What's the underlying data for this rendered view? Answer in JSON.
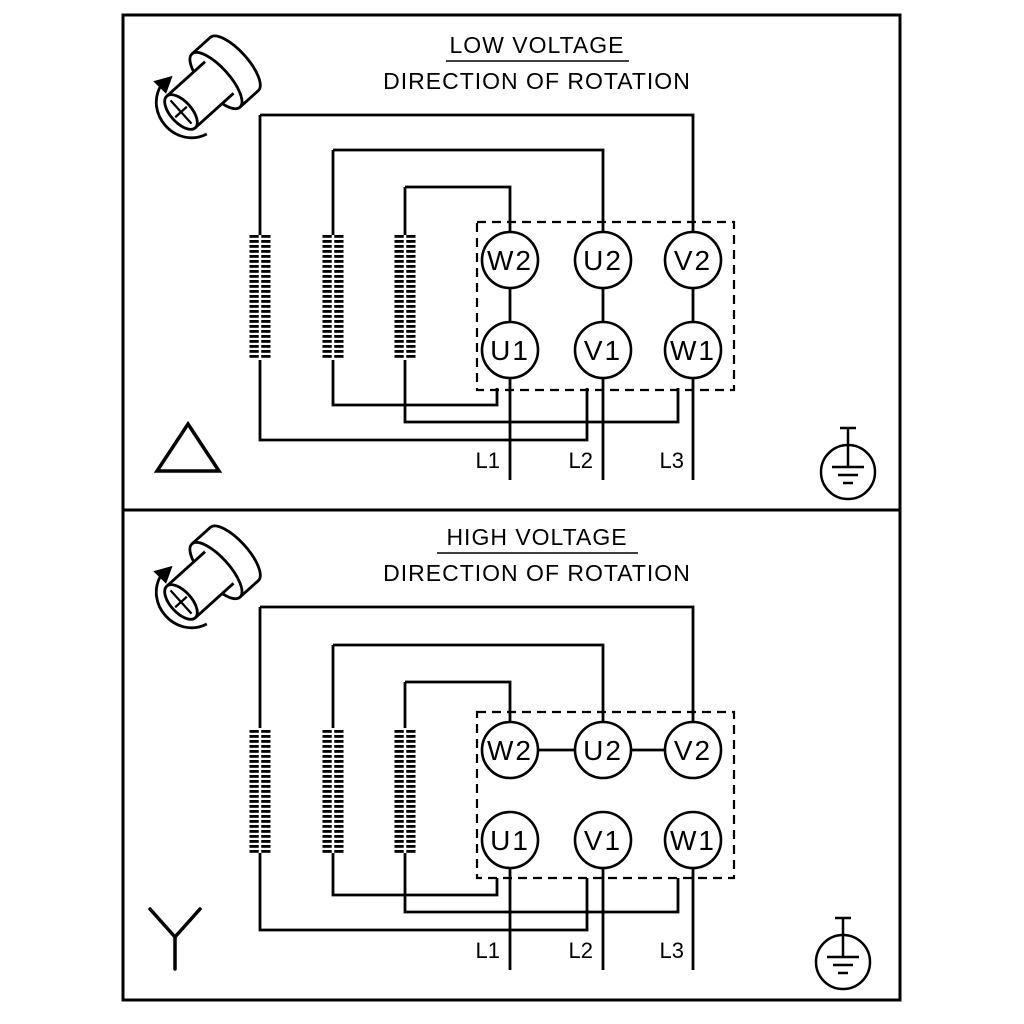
{
  "colors": {
    "line": "#000000",
    "background": "#ffffff"
  },
  "panels": [
    {
      "name": "low-voltage",
      "title": "LOW VOLTAGE",
      "subtitle": "DIRECTION OF ROTATION",
      "connection": "delta",
      "terminals": {
        "top": [
          "W2",
          "U2",
          "V2"
        ],
        "bottom": [
          "U1",
          "V1",
          "W1"
        ]
      },
      "supply_labels": [
        "L1",
        "L2",
        "L3"
      ],
      "icons": {
        "rotation": "shaft-rotation-arrow-icon",
        "connection": "delta-symbol-icon",
        "ground": "earth-ground-icon"
      }
    },
    {
      "name": "high-voltage",
      "title": "HIGH VOLTAGE",
      "subtitle": "DIRECTION OF ROTATION",
      "connection": "star",
      "terminals": {
        "top": [
          "W2",
          "U2",
          "V2"
        ],
        "bottom": [
          "U1",
          "V1",
          "W1"
        ]
      },
      "supply_labels": [
        "L1",
        "L2",
        "L3"
      ],
      "icons": {
        "rotation": "shaft-rotation-arrow-icon",
        "connection": "star-symbol-icon",
        "ground": "earth-ground-icon"
      }
    }
  ]
}
